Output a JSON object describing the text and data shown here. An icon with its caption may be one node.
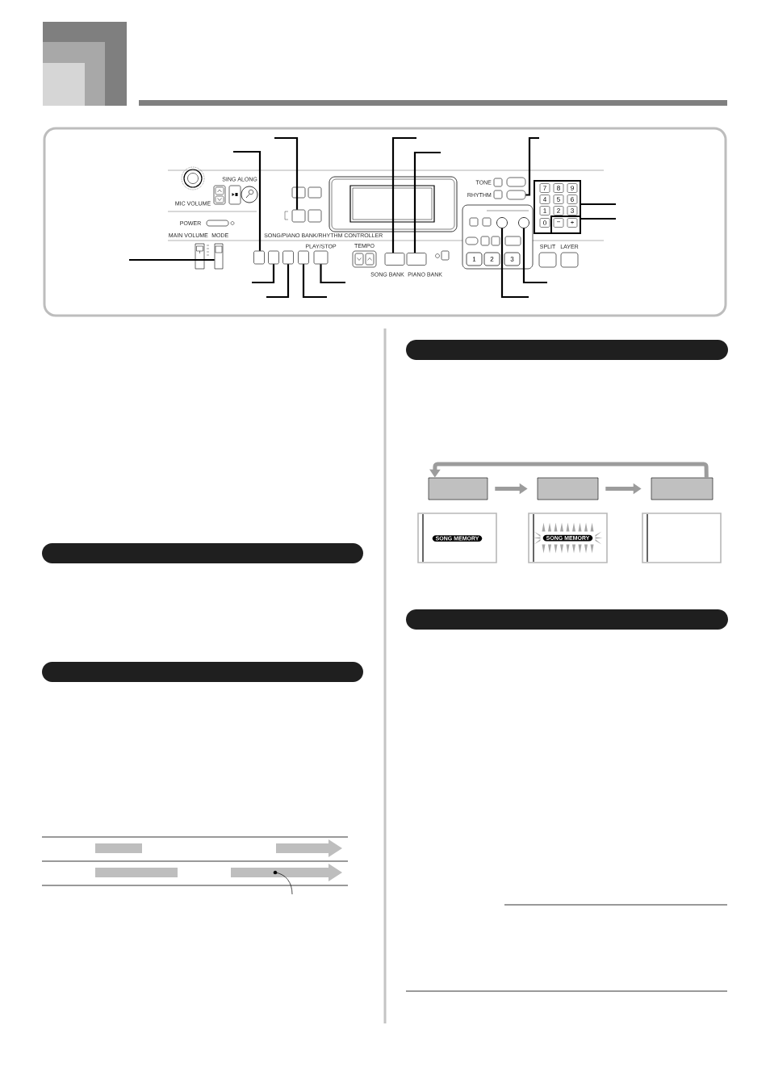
{
  "diagram": {
    "nodes": [
      {
        "text": [],
        "shape": "box"
      },
      {
        "text": [],
        "shape": "box"
      },
      {
        "text": [],
        "shape": "box"
      },
      {
        "text": [],
        "shape": "box"
      },
      {
        "text": [],
        "shape": "box"
      },
      {
        "text": [],
        "shape": "box"
      },
      {
        "text": [],
        "shape": "box"
      },
      {
        "text": [],
        "shape": "box"
      },
      {
        "text": [],
        "shape": "box"
      },
      {
        "text": [],
        "shape": "box"
      },
      {
        "text": [],
        "shape": "circle"
      },
      {
        "text": [],
        "shape": "circle"
      },
      {
        "text": [
          "1"
        ]
      },
      {
        "text": [
          "2"
        ]
      },
      {
        "text": [
          "3"
        ]
      },
      {
        "text": [],
        "shape": "box"
      },
      {
        "text": [
          "7"
        ],
        "in": 15
      },
      {
        "text": [
          "8"
        ],
        "in": 15
      },
      {
        "text": [
          "9"
        ],
        "in": 15
      },
      {
        "text": [
          "4"
        ],
        "in": 15
      },
      {
        "text": [
          "5"
        ],
        "in": 15
      },
      {
        "text": [
          "6"
        ],
        "in": 15
      },
      {
        "text": [
          "1"
        ],
        "in": 15
      },
      {
        "text": [
          "2"
        ],
        "in": 15
      },
      {
        "text": [
          "3"
        ],
        "in": 15
      },
      {
        "text": [
          "0"
        ],
        "in": 15
      },
      {
        "text": [],
        "shape": "box",
        "in": 15
      },
      {
        "text": [
          "−"
        ],
        "in": 26
      },
      {
        "text": [
          "+"
        ],
        "in": 26
      },
      {
        "text": [],
        "shape": "bar"
      },
      {
        "text": [],
        "shape": "bar"
      },
      {
        "text": [],
        "shape": "bar"
      },
      {
        "text": [],
        "shape": "box"
      },
      {
        "text": [],
        "shape": "box"
      },
      {
        "text": [],
        "shape": "box"
      },
      {
        "text": [],
        "shape": "box"
      },
      {
        "text": [
          "SONG MEMORY"
        ],
        "in": 35
      },
      {
        "text": [],
        "shape": "box"
      },
      {
        "text": [
          "SONG MEMORY"
        ],
        "in": 37
      },
      {
        "text": [],
        "shape": "box"
      },
      {
        "text": [],
        "shape": "bar"
      }
    ],
    "edges": [
      {
        "from": 32,
        "to": 33,
        "arrow": "to",
        "style": "thick",
        "color": "#9c9c9c"
      },
      {
        "from": 33,
        "to": 34,
        "arrow": "to",
        "style": "thick",
        "color": "#9c9c9c"
      },
      {
        "from": 34,
        "to": 32,
        "arrow": "to",
        "style": "thick",
        "color": "#9c9c9c"
      },
      {
        "from": null,
        "to": 6,
        "arrow": "none"
      },
      {
        "from": null,
        "to": 1,
        "arrow": "none"
      },
      {
        "from": null,
        "to": 7,
        "arrow": "none"
      },
      {
        "from": null,
        "to": 8,
        "arrow": "none"
      },
      {
        "from": null,
        "to": 9,
        "arrow": "none"
      },
      {
        "from": null,
        "to": 15,
        "arrow": "none"
      },
      {
        "from": null,
        "to": 26,
        "arrow": "none"
      },
      {
        "from": null,
        "to": 0,
        "arrow": "none"
      },
      {
        "from": null,
        "to": 2,
        "arrow": "none"
      },
      {
        "from": null,
        "to": 3,
        "arrow": "none"
      },
      {
        "from": null,
        "to": 4,
        "arrow": "none"
      },
      {
        "from": null,
        "to": 5,
        "arrow": "none"
      },
      {
        "from": null,
        "to": 11,
        "arrow": "none"
      },
      {
        "from": null,
        "to": 10,
        "arrow": "none"
      }
    ],
    "labels": [
      "MIC VOLUME",
      "SING ALONG",
      "POWER",
      "MAIN VOLUME",
      "MODE",
      "SONG/PIANO BANK/RHYTHM CONTROLLER",
      "PLAY/STOP",
      "TEMPO",
      "SONG BANK",
      "PIANO BANK",
      "TONE",
      "RHYTHM",
      "SPLIT",
      "LAYER"
    ]
  }
}
